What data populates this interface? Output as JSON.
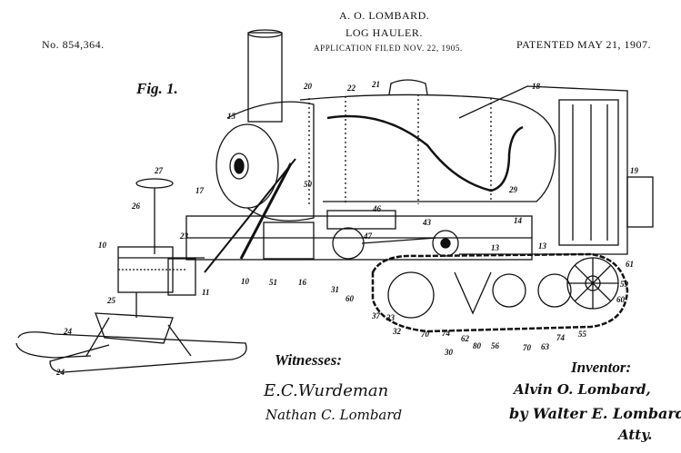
{
  "header": {
    "inventor": "A. O. LOMBARD.",
    "title": "LOG HAULER.",
    "filed": "APPLICATION FILED NOV. 22, 1905.",
    "number": "No. 854,364.",
    "patented": "PATENTED MAY 21, 1907."
  },
  "figure_label": "Fig. 1.",
  "witnesses": {
    "label": "Witnesses:",
    "sig1": "E.C.Wurdeman",
    "sig2": "Nathan C. Lombard"
  },
  "inventor_block": {
    "label": "Inventor:",
    "name": "Alvin O. Lombard,",
    "by": "by Walter E. Lombard",
    "attorney": "Atty."
  },
  "reference_numerals": [
    "15",
    "20",
    "22",
    "21",
    "18",
    "19",
    "27",
    "17",
    "26",
    "23",
    "10",
    "11",
    "25",
    "24",
    "24",
    "10",
    "51",
    "16",
    "50",
    "31",
    "60",
    "37",
    "33",
    "32",
    "30",
    "70",
    "74",
    "62",
    "80",
    "56",
    "70",
    "63",
    "74",
    "55",
    "46",
    "47",
    "43",
    "29",
    "14",
    "13",
    "13",
    "61",
    "59",
    "60"
  ]
}
